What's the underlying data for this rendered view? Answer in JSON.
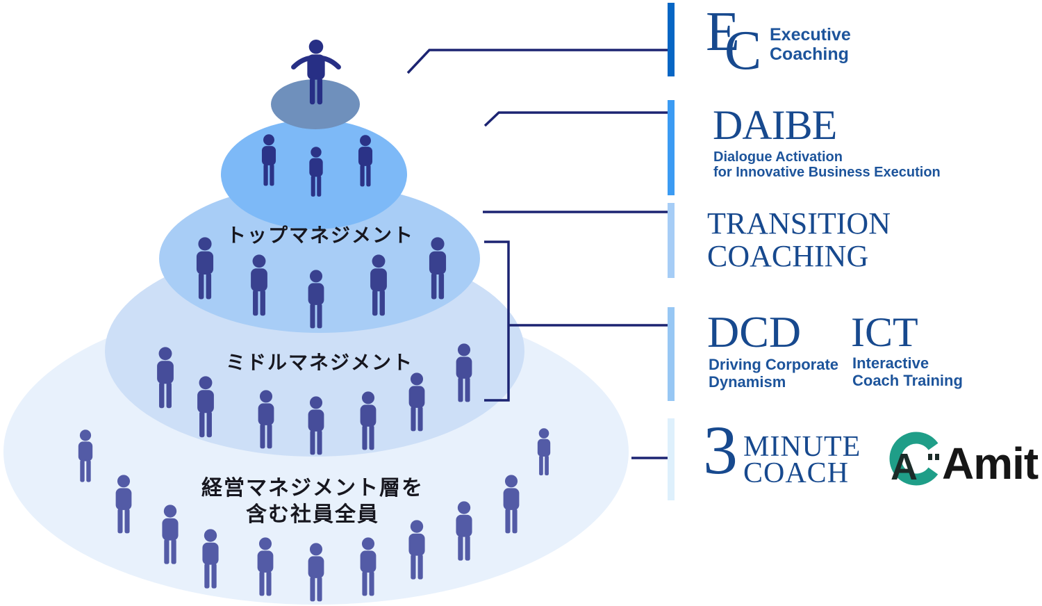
{
  "colors": {
    "background": "#ffffff",
    "brand_navy": "#17498e",
    "sub_text_blue": "#1d549b",
    "connector_navy": "#1c2472",
    "label_dark": "#17171f",
    "logo_teal": "#1f9e88",
    "logo_text_dark": "#161616"
  },
  "pyramid": {
    "tiers": [
      {
        "name": "executive-top",
        "color": "#6f90bc",
        "people": "#272f85"
      },
      {
        "name": "senior-executives",
        "color": "#7db9f7",
        "people": "#2b3387"
      },
      {
        "name": "top-management",
        "color": "#a8cdf6",
        "people": "#39418f",
        "label": "トップマネジメント"
      },
      {
        "name": "middle-management",
        "color": "#cddff7",
        "people": "#464d9a",
        "label": "ミドルマネジメント"
      },
      {
        "name": "all-employees",
        "color": "#e8f1fc",
        "people": "#535ba6",
        "label_line1": "経営マネジメント層を",
        "label_line2": "含む社員全員"
      }
    ]
  },
  "right_panel": {
    "items": [
      {
        "id": "ec",
        "bar_color": "#0766c4",
        "letter1": "E",
        "letter2": "C",
        "line1": "Executive",
        "line2": "Coaching"
      },
      {
        "id": "daibe",
        "bar_color": "#3b9bf3",
        "wordmark": "DAIBE",
        "line1": "Dialogue Activation",
        "line2": "for Innovative Business Execution"
      },
      {
        "id": "transition-coaching",
        "bar_color": "#a6cdf6",
        "line1": "TRANSITION",
        "line2": "COACHING"
      },
      {
        "id": "dcd",
        "bar_color": "#97c7f4",
        "wordmark": "DCD",
        "line1": "Driving Corporate",
        "line2": "Dynamism"
      },
      {
        "id": "ict",
        "wordmark": "ICT",
        "line1": "Interactive",
        "line2": "Coach Training"
      },
      {
        "id": "three-minute-coach",
        "bar_color": "#def0fc",
        "number": "3",
        "line1": "MINUTE",
        "line2": "COACH"
      }
    ],
    "logo": {
      "mark_letter": "A",
      "text": "Amit"
    }
  }
}
